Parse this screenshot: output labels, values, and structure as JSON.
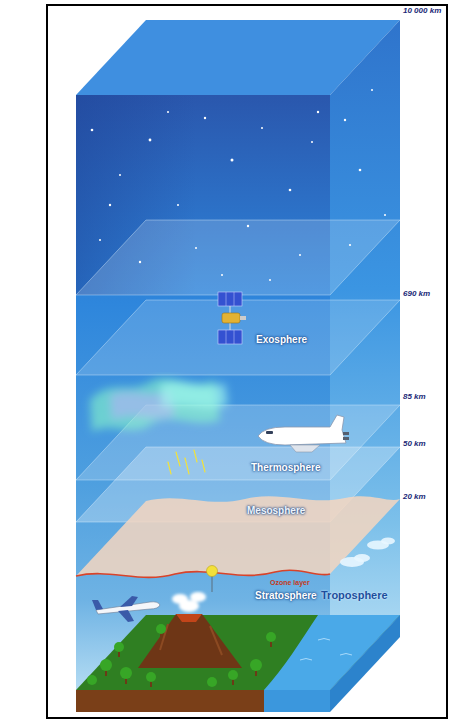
{
  "diagram": {
    "nodes": [
      {
        "text": [
          "Exosphere"
        ]
      },
      {
        "text": [
          "Thermosphere"
        ]
      },
      {
        "text": [
          "Mesosphere"
        ]
      },
      {
        "text": [
          "Stratosphere"
        ]
      },
      {
        "text": [
          "Troposphere"
        ]
      }
    ],
    "labels": [
      "10 000 km",
      "690 km",
      "85 km",
      "50 km",
      "20 km",
      "Ozone layer"
    ]
  }
}
